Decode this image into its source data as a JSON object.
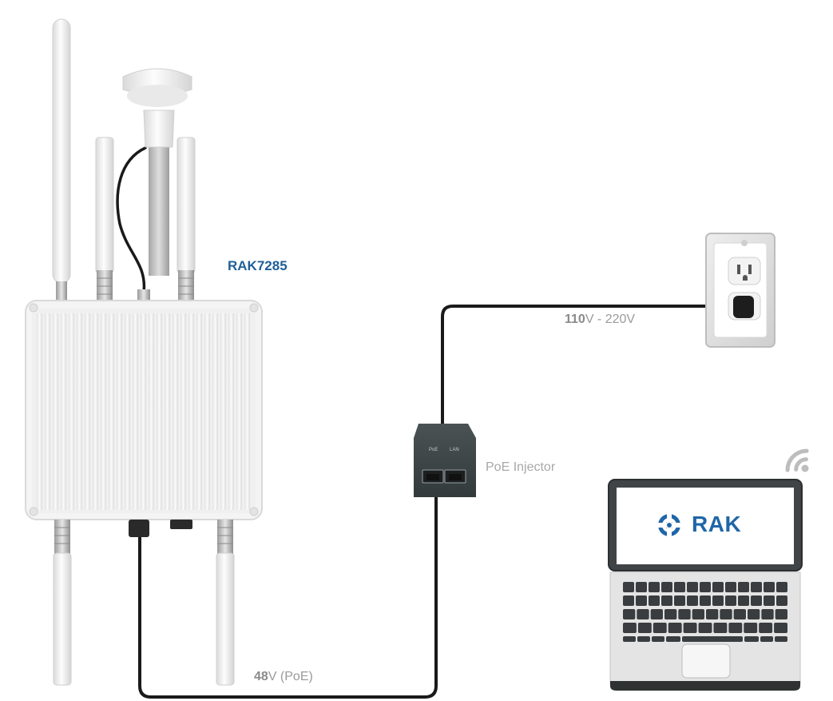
{
  "labels": {
    "device_name": "RAK7285",
    "mains_voltage_value": "110",
    "mains_voltage_unit": "V - 220V",
    "poe_voltage_value": "48",
    "poe_voltage_unit": "V (PoE)",
    "injector_name": "PoE Injector",
    "injector_port_poe": "PoE",
    "injector_port_lan": "LAN",
    "laptop_brand": "RAK"
  },
  "colors": {
    "device_label": "#1f5f98",
    "brand_blue": "#1f66a8",
    "cable": "#1a1a1a",
    "injector_body": "#3e4546",
    "enclosure": "#eeeeee",
    "label_grey": "#9a9a9a"
  },
  "icons": [
    "wifi-icon",
    "rak-logo-icon",
    "power-plug-icon"
  ]
}
